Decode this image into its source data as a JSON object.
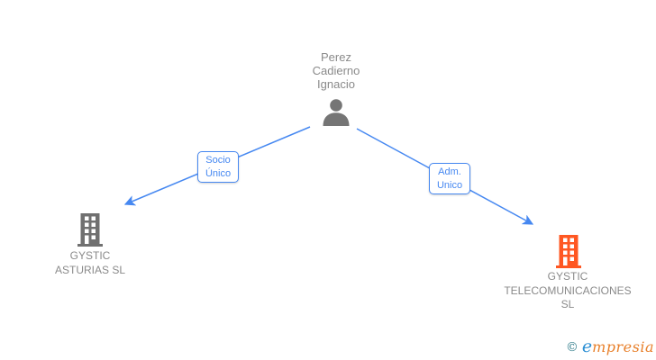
{
  "diagram": {
    "type": "company-relationship-graph",
    "person": {
      "label": "Perez\nCadierno\nIgnacio"
    },
    "edges": [
      {
        "label": "Socio\nÚnico",
        "from": "Perez Cadierno Ignacio",
        "to": "GYSTIC ASTURIAS SL",
        "direction": "person-to-company"
      },
      {
        "label": "Adm.\nUnico",
        "from": "Perez Cadierno Ignacio",
        "to": "GYSTIC TELECOMUNICACIONES SL",
        "direction": "person-to-company"
      }
    ],
    "companies": [
      {
        "label": "GYSTIC\nASTURIAS SL",
        "icon_color": "#707070"
      },
      {
        "label": "GYSTIC\nTELECOMUNICACIONES\nSL",
        "icon_color": "#ff5722"
      }
    ],
    "colors": {
      "edge_blue": "#4688f1",
      "label_gray": "#8a8a8a",
      "person_icon_gray": "#757575"
    }
  },
  "watermark": {
    "symbol": "©",
    "brand_initial": "e",
    "brand_rest": "mpresia",
    "colors": {
      "symbol": "#37808e",
      "initial": "#2b8fd4",
      "rest": "#e8802b"
    }
  }
}
